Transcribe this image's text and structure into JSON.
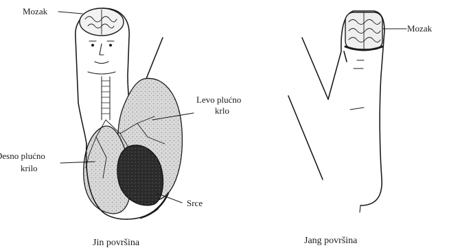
{
  "figure": {
    "left_panel": {
      "caption": "Jin površina",
      "labels": {
        "brain": "Mozak",
        "left_lung_line1": "Levo plućno",
        "left_lung_line2": "krlo",
        "right_lung_line1": "Desno plućno",
        "right_lung_line2": "krilo",
        "heart": "Srce"
      }
    },
    "right_panel": {
      "caption": "Jang površina",
      "labels": {
        "brain": "Mozak"
      }
    }
  }
}
